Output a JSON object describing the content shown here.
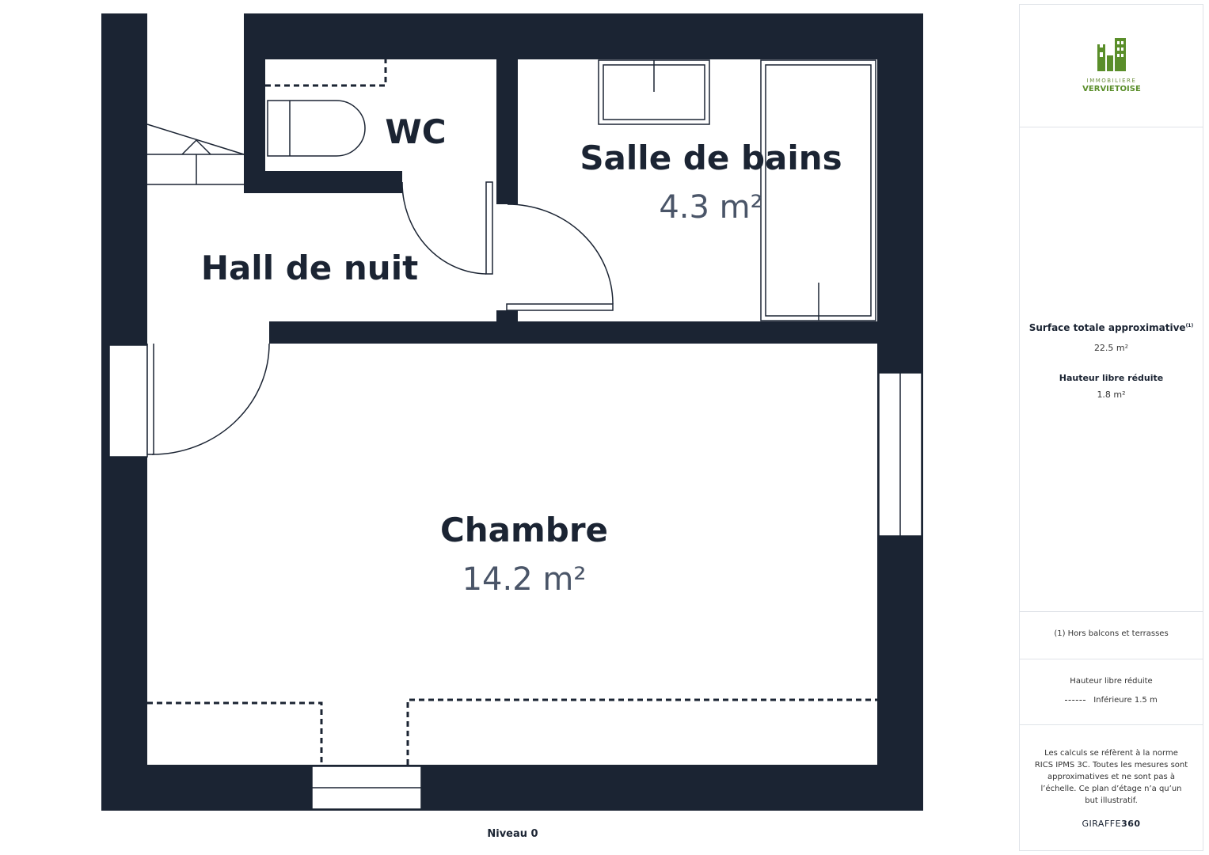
{
  "rooms": [
    {
      "name": "WC",
      "area": ""
    },
    {
      "name": "Salle de bains",
      "area": "4.3 m²"
    },
    {
      "name": "Hall de nuit",
      "area": ""
    },
    {
      "name": "Chambre",
      "area": "14.2 m²"
    }
  ],
  "level": "Niveau 0",
  "logo": {
    "line1": "IMMOBILIERE",
    "line2": "VERVIETOISE"
  },
  "summary": {
    "title": "Surface totale approximative",
    "footnote_mark": "(1)",
    "total": "22.5 m²",
    "reduced_title": "Hauteur libre réduite",
    "reduced_value": "1.8 m²"
  },
  "note": "(1) Hors balcons et terrasses",
  "legend": {
    "title": "Hauteur libre réduite",
    "item": "Inférieure 1.5 m"
  },
  "disclaimer": "Les calculs se réfèrent à la norme RICS IPMS 3C. Toutes les mesures sont approximatives et ne sont pas à l’échelle. Ce plan d’étage n’a qu’un but illustratif.",
  "brand": {
    "a": "GIRAFFE",
    "b": "360"
  },
  "colors": {
    "wall": "#1b2433",
    "logo": "#5a8e2a"
  }
}
